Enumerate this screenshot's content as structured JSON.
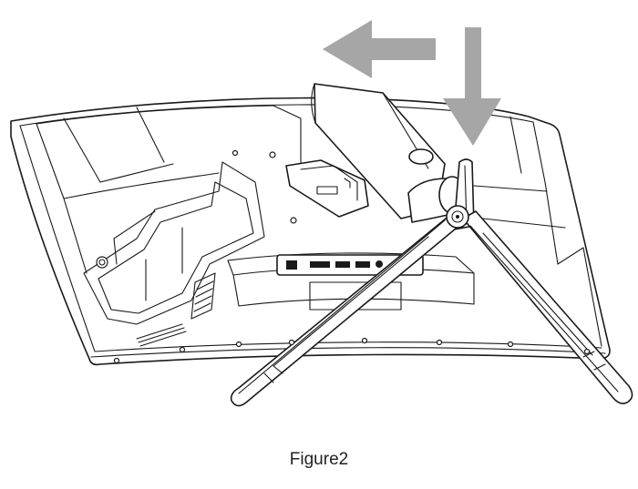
{
  "figure": {
    "caption": "Figure2"
  },
  "arrows": [
    {
      "name": "left-arrow",
      "direction": "left"
    },
    {
      "name": "down-arrow",
      "direction": "down"
    }
  ],
  "colors": {
    "line": "#1a1a1a",
    "arrow": "#a6a6a6",
    "background": "#ffffff"
  }
}
